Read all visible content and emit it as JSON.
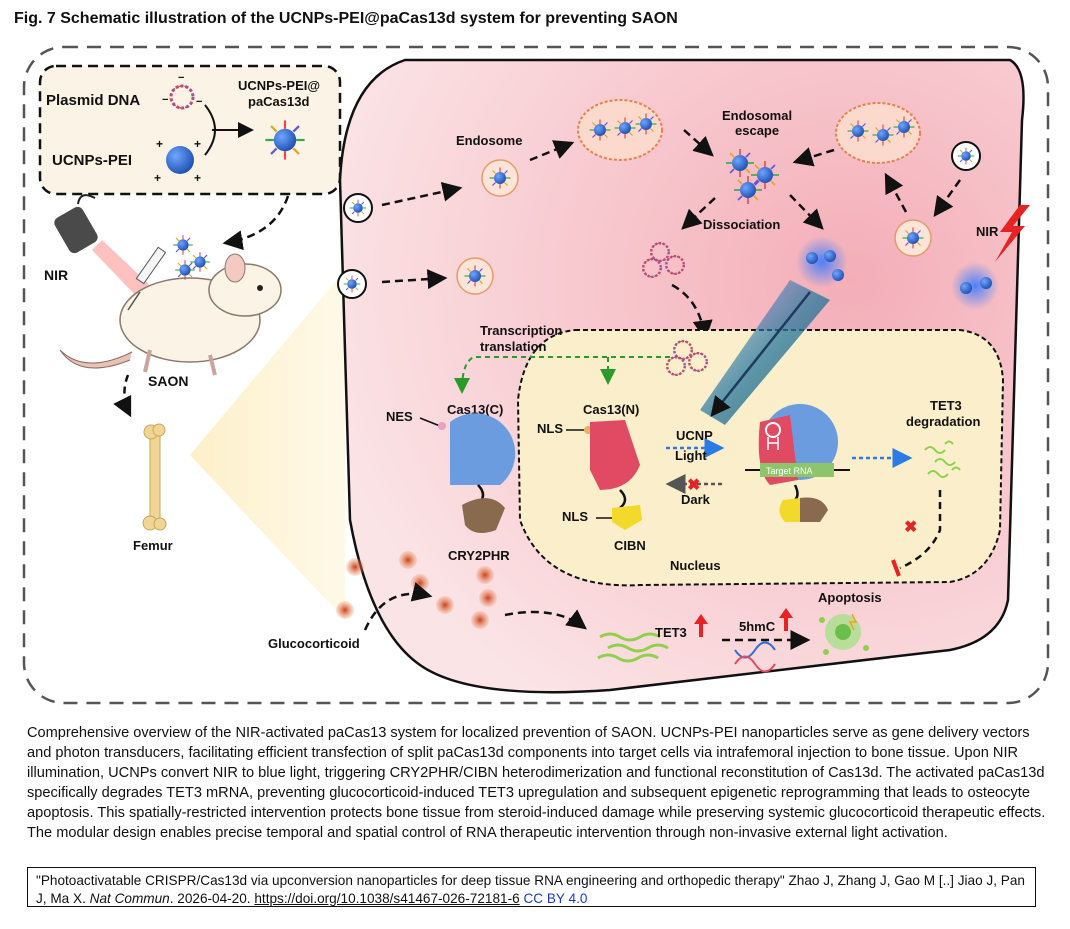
{
  "title": "Fig. 7 Schematic illustration of the UCNPs-PEI@paCas13d system for preventing SAON",
  "labels": {
    "plasmid": "Plasmid DNA",
    "ucnps_pei": "UCNPs-PEI",
    "complex_line1": "UCNPs-PEI@",
    "complex_line2": "paCas13d",
    "nir_left": "NIR",
    "saon": "SAON",
    "femur": "Femur",
    "glucocorticoid": "Glucocorticoid",
    "endosome": "Endosome",
    "endosomal_line1": "Endosomal",
    "endosomal_line2": "escape",
    "dissociation": "Dissociation",
    "nir_right": "NIR",
    "transcription": "Transcription",
    "translation": "translation",
    "nes": "NES",
    "cas13c": "Cas13(C)",
    "cas13n": "Cas13(N)",
    "nls1": "NLS",
    "nls2": "NLS",
    "cry2phr": "CRY2PHR",
    "cibn": "CIBN",
    "ucnp": "UCNP",
    "light": "Light",
    "dark": "Dark",
    "target_rna": "Target RNA",
    "tet3_deg_line1": "TET3",
    "tet3_deg_line2": "degradation",
    "nucleus": "Nucleus",
    "tet3": "TET3",
    "hmc": "5hmC",
    "apoptosis": "Apoptosis"
  },
  "caption": "Comprehensive overview of the NIR-activated paCas13 system for localized prevention of SAON. UCNPs-PEI nanoparticles serve as gene delivery vectors and photon transducers, facilitating efficient transfection of split paCas13d components into target cells via intrafemoral injection to bone tissue. Upon NIR illumination, UCNPs convert NIR to blue light, triggering CRY2PHR/CIBN heterodimerization and functional reconstitution of Cas13d. The activated paCas13d specifically degrades TET3 mRNA, preventing glucocorticoid-induced TET3 upregulation and subsequent epigenetic reprogramming that leads to osteocyte apoptosis. This spatially-restricted intervention protects bone tissue from steroid-induced damage while preserving systemic glucocorticoid therapeutic effects. The modular design enables precise temporal and spatial control of RNA therapeutic intervention through non-invasive external light activation.",
  "citation": {
    "text": "\"Photoactivatable CRISPR/Cas13d via upconversion nanoparticles for deep tissue RNA engineering and orthopedic therapy\" Zhao J, Zhang J, Gao M [..] Jiao J, Pan J, Ma X.",
    "journal": "Nat Commun",
    "date": ". 2026-04-20.",
    "doi": "https://doi.org/10.1038/s41467-026-72181-6",
    "license": "CC BY 4.0"
  },
  "colors": {
    "cell": "#f7c9cf",
    "nucleus": "#fbedc7",
    "particle": "#2f6fd0",
    "cas13": "#6b9ce0",
    "red_protein": "#e04a63",
    "cibn": "#f3d92a",
    "cry2": "#8a6a4e"
  }
}
